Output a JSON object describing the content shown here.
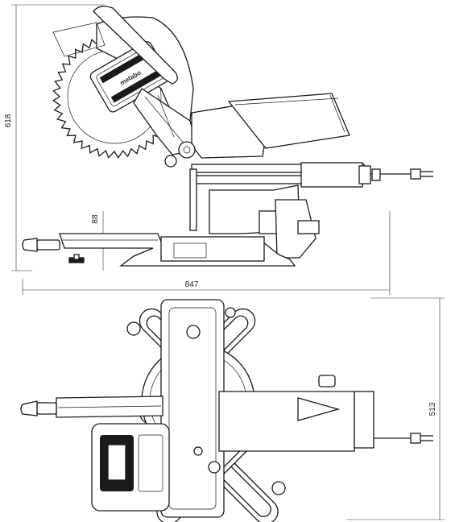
{
  "dimensions": {
    "height_total": "618",
    "base_height": "88",
    "length_total": "847",
    "depth_total": "513"
  },
  "brand_text": "metabo"
}
